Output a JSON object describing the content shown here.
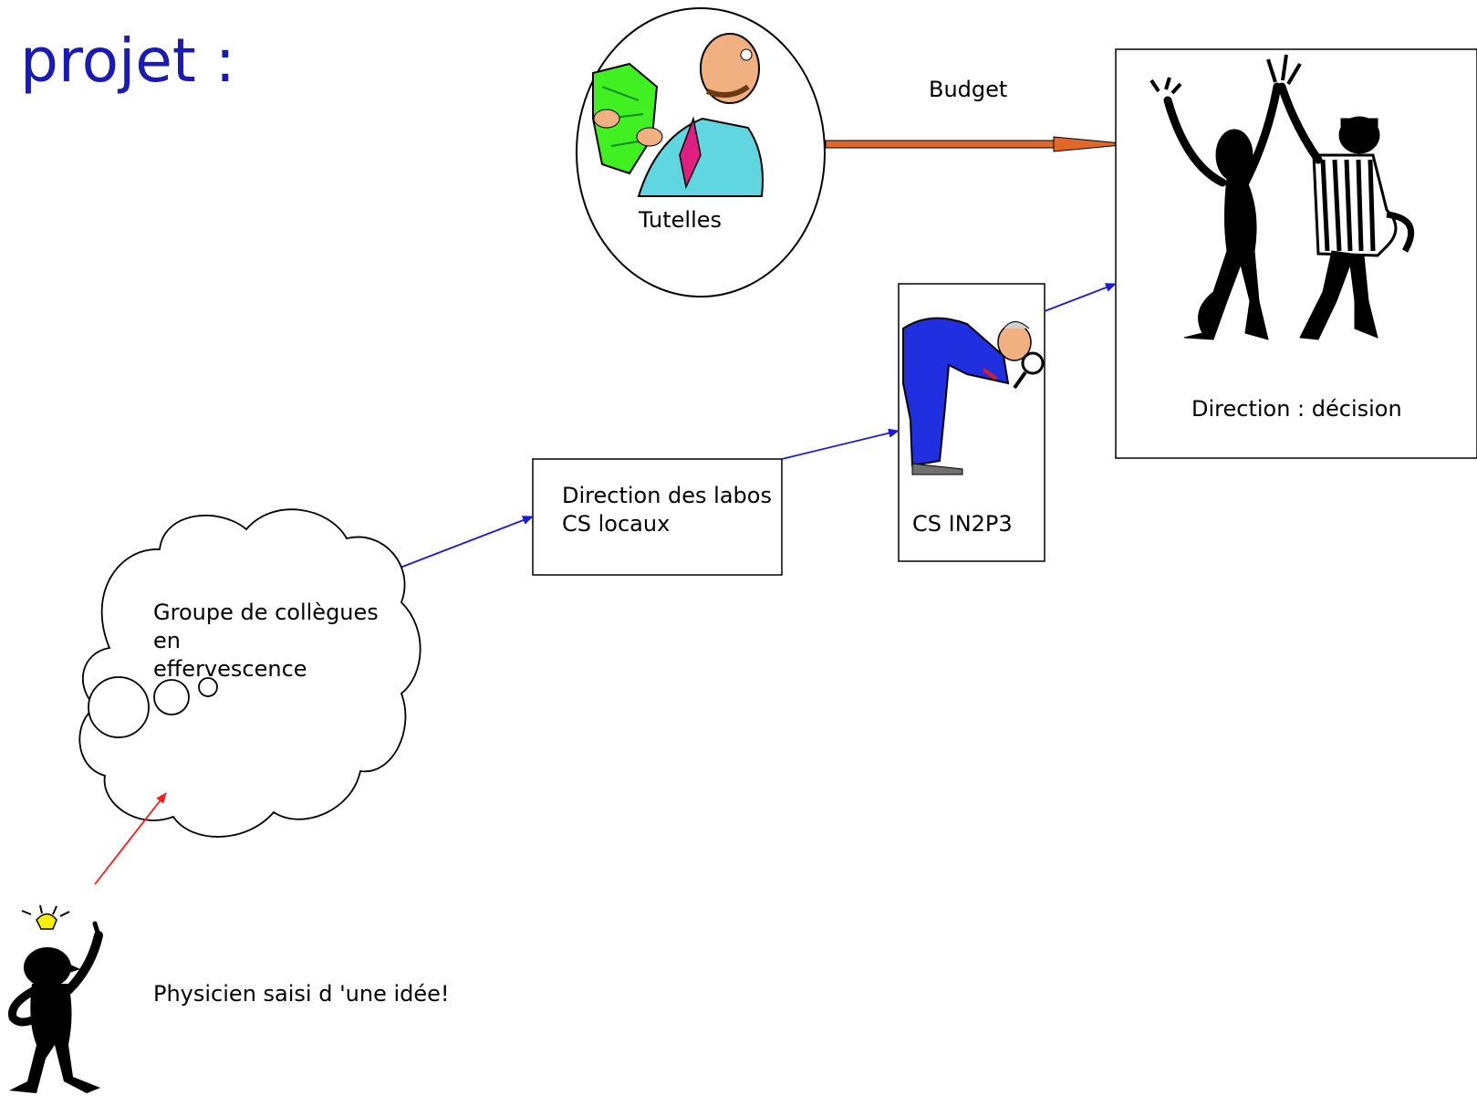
{
  "title": "projet :",
  "nodes": {
    "tutelles": {
      "label": "Tutelles"
    },
    "direction": {
      "label": "Direction : décision"
    },
    "labos": {
      "line1": "Direction des labos",
      "line2": "CS locaux"
    },
    "in2p3": {
      "label": "CS IN2P3"
    },
    "groupe": {
      "line1": "Groupe de collègues",
      "line2": "en",
      "line3": "effervescence"
    },
    "physicien": {
      "label": "Physicien saisi d 'une idée!"
    }
  },
  "edges": {
    "budget": {
      "label": "Budget",
      "color": "#e0682a"
    },
    "flow_color": "#1a1adc",
    "idea_color": "#ff1a1a"
  },
  "illustrations": {
    "tutelles": "money-man-icon",
    "direction": "high-five-people-icon",
    "in2p3": "inspector-magnifier-icon",
    "physicien": "idea-person-icon"
  }
}
